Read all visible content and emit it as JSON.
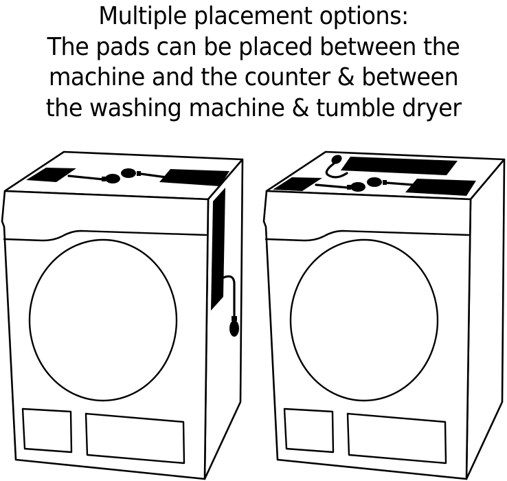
{
  "caption": {
    "lines": [
      "Multiple placement options:",
      "The pads can be placed between the",
      "machine and the counter & between",
      "the washing machine & tumble dryer"
    ]
  },
  "illustrations": [
    {
      "name": "machine-pads-on-top-and-side",
      "description": "Front-loading machine line drawing with two black pads on top joined by a hose with two bulbs, and a vertical pad on the right side with a hand pump hanging down"
    },
    {
      "name": "machine-pads-on-top",
      "description": "Front-loading machine line drawing with three black pads on top, two joined by a hose with two bulbs and a curled pump hose near the back pad"
    }
  ],
  "colors": {
    "background": "#ffffff",
    "ink": "#000000"
  }
}
